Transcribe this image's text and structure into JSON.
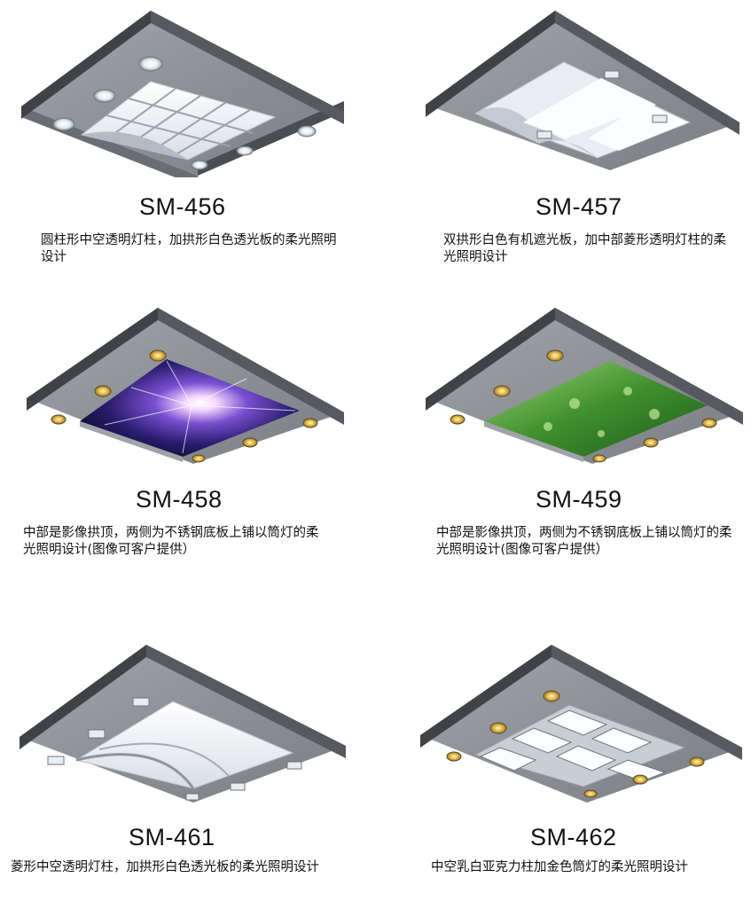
{
  "products": [
    {
      "model": "SM-456",
      "description": "圆柱形中空透明灯柱，加拱形白色透光板的柔光照明设计",
      "ceiling_icon": "ceiling-grid-arch-panel"
    },
    {
      "model": "SM-457",
      "description": "双拱形白色有机遮光板，加中部菱形透明灯柱的柔光照明设计",
      "ceiling_icon": "ceiling-double-arch-panel"
    },
    {
      "model": "SM-458",
      "description": "中部是影像拱顶，两侧为不锈钢底板上铺以筒灯的柔光照明设计(图像可客户提供）",
      "ceiling_icon": "ceiling-starburst-image-panel"
    },
    {
      "model": "SM-459",
      "description": "中部是影像拱顶，两侧为不锈钢底板上铺以筒灯的柔光照明设计(图像可客户提供）",
      "ceiling_icon": "ceiling-leaf-image-panel"
    },
    {
      "model": "SM-461",
      "description": "菱形中空透明灯柱，加拱形白色透光板的柔光照明设计",
      "ceiling_icon": "ceiling-arch-panel"
    },
    {
      "model": "SM-462",
      "description": "中空乳白亚克力柱加金色筒灯的柔光照明设计",
      "ceiling_icon": "ceiling-crosshatch-panel"
    }
  ],
  "colors": {
    "frame_top": "#8f9398",
    "frame_side_dark": "#4a4e54",
    "frame_side_light": "#6a6e74",
    "panel_white": "#f4f7fb",
    "gold_light": "#e2b44a",
    "text": "#111111"
  }
}
